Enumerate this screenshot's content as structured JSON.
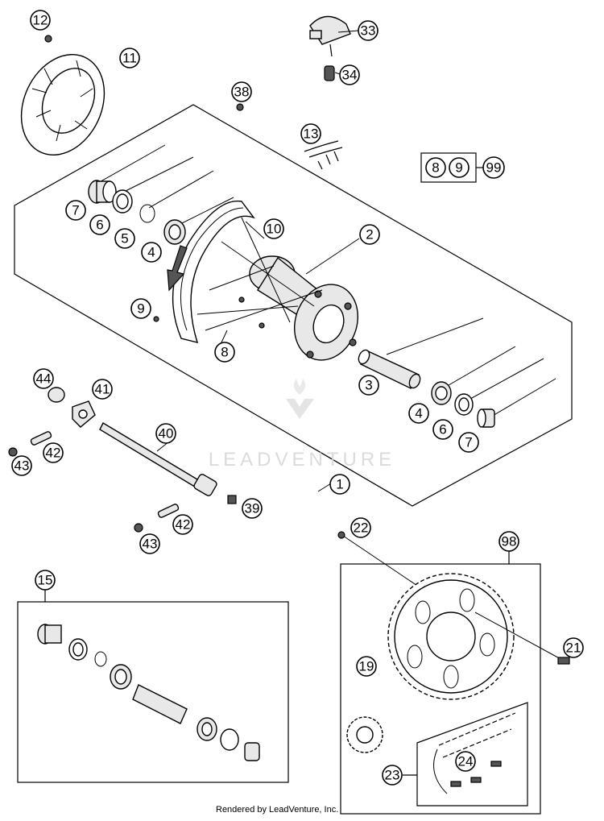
{
  "diagram": {
    "callouts": [
      "12",
      "11",
      "33",
      "34",
      "38",
      "13",
      "8",
      "9",
      "99",
      "7",
      "6",
      "5",
      "4",
      "10",
      "2",
      "9",
      "8",
      "3",
      "44",
      "41",
      "4",
      "6",
      "7",
      "40",
      "42",
      "43",
      "1",
      "39",
      "42",
      "43",
      "22",
      "98",
      "15",
      "21",
      "19",
      "24",
      "23"
    ],
    "kit_labels": [
      "8",
      "9"
    ],
    "watermark": "LEADVENTURE",
    "footer": "Rendered by LeadVenture, Inc."
  }
}
